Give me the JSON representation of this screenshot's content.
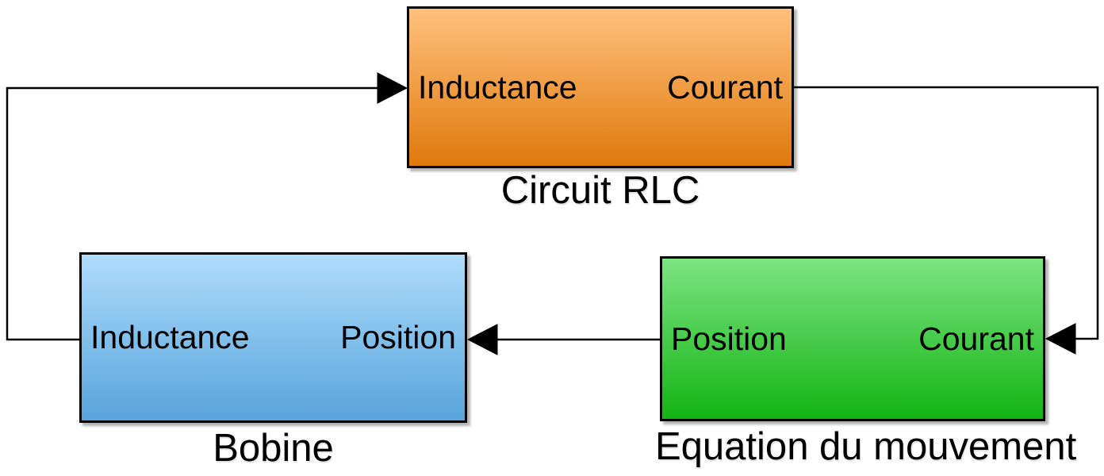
{
  "diagram_type": "simulink-block-diagram",
  "colors": {
    "canvas_background": "#FFFFFF",
    "line": "#000000",
    "text": "#000000",
    "block_border": "#000000"
  },
  "blocks": [
    {
      "id": "circuit-rlc",
      "caption": "Circuit RLC",
      "left_port": "Inductance",
      "right_port": "Courant",
      "color_top": "#FFC17E",
      "color_bottom": "#E0790A"
    },
    {
      "id": "bobine",
      "caption": "Bobine",
      "left_port": "Inductance",
      "right_port": "Position",
      "color_top": "#AEDCFC",
      "color_bottom": "#57A4DB"
    },
    {
      "id": "equation-du-mouvement",
      "caption": "Equation du mouvement",
      "left_port": "Position",
      "right_port": "Courant",
      "color_top": "#7DE483",
      "color_bottom": "#12B412"
    }
  ],
  "connections": [
    {
      "signal": "Inductance",
      "from": "Bobine/Inductance",
      "to": "Circuit RLC/Inductance"
    },
    {
      "signal": "Courant",
      "from": "Circuit RLC/Courant",
      "to": "Equation du mouvement/Courant"
    },
    {
      "signal": "Position",
      "from": "Equation du mouvement/Position",
      "to": "Bobine/Position"
    }
  ]
}
